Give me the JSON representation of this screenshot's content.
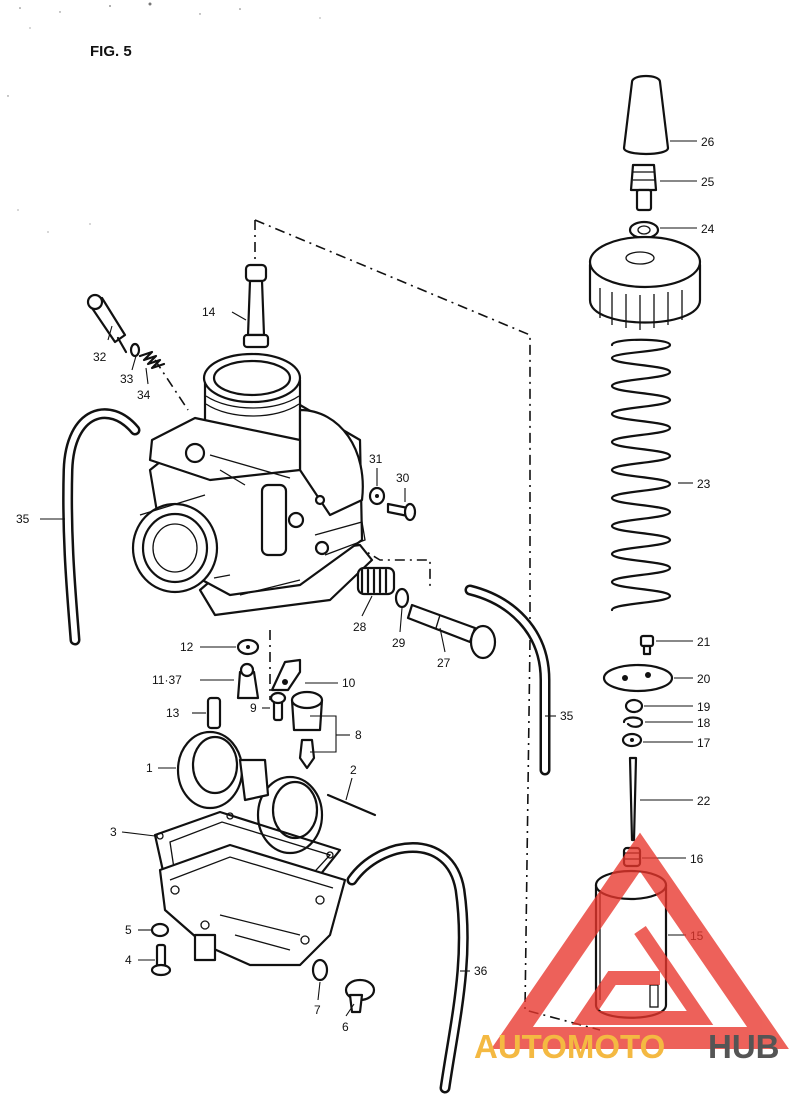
{
  "figure": {
    "title": "FIG. 5"
  },
  "parts": [
    {
      "id": "p1",
      "label": "1"
    },
    {
      "id": "p2",
      "label": "2"
    },
    {
      "id": "p3",
      "label": "3"
    },
    {
      "id": "p4",
      "label": "4"
    },
    {
      "id": "p5",
      "label": "5"
    },
    {
      "id": "p6",
      "label": "6"
    },
    {
      "id": "p7",
      "label": "7"
    },
    {
      "id": "p8",
      "label": "8"
    },
    {
      "id": "p9",
      "label": "9"
    },
    {
      "id": "p10",
      "label": "10"
    },
    {
      "id": "p11",
      "label": "11·37"
    },
    {
      "id": "p12",
      "label": "12"
    },
    {
      "id": "p13",
      "label": "13"
    },
    {
      "id": "p14",
      "label": "14"
    },
    {
      "id": "p15",
      "label": "15"
    },
    {
      "id": "p16",
      "label": "16"
    },
    {
      "id": "p17",
      "label": "17"
    },
    {
      "id": "p18",
      "label": "18"
    },
    {
      "id": "p19",
      "label": "19"
    },
    {
      "id": "p20",
      "label": "20"
    },
    {
      "id": "p21",
      "label": "21"
    },
    {
      "id": "p22",
      "label": "22"
    },
    {
      "id": "p23",
      "label": "23"
    },
    {
      "id": "p24",
      "label": "24"
    },
    {
      "id": "p25",
      "label": "25"
    },
    {
      "id": "p26",
      "label": "26"
    },
    {
      "id": "p27",
      "label": "27"
    },
    {
      "id": "p28",
      "label": "28"
    },
    {
      "id": "p29",
      "label": "29"
    },
    {
      "id": "p30",
      "label": "30"
    },
    {
      "id": "p31",
      "label": "31"
    },
    {
      "id": "p32",
      "label": "32"
    },
    {
      "id": "p33",
      "label": "33"
    },
    {
      "id": "p34",
      "label": "34"
    },
    {
      "id": "p35a",
      "label": "35"
    },
    {
      "id": "p35b",
      "label": "35"
    },
    {
      "id": "p36",
      "label": "36"
    }
  ],
  "watermark": {
    "part1": "AUTOMOTO",
    "part2": "HUB",
    "color_logo": "#e8362c",
    "color_auto": "#f4b942",
    "color_hub": "#555555"
  }
}
